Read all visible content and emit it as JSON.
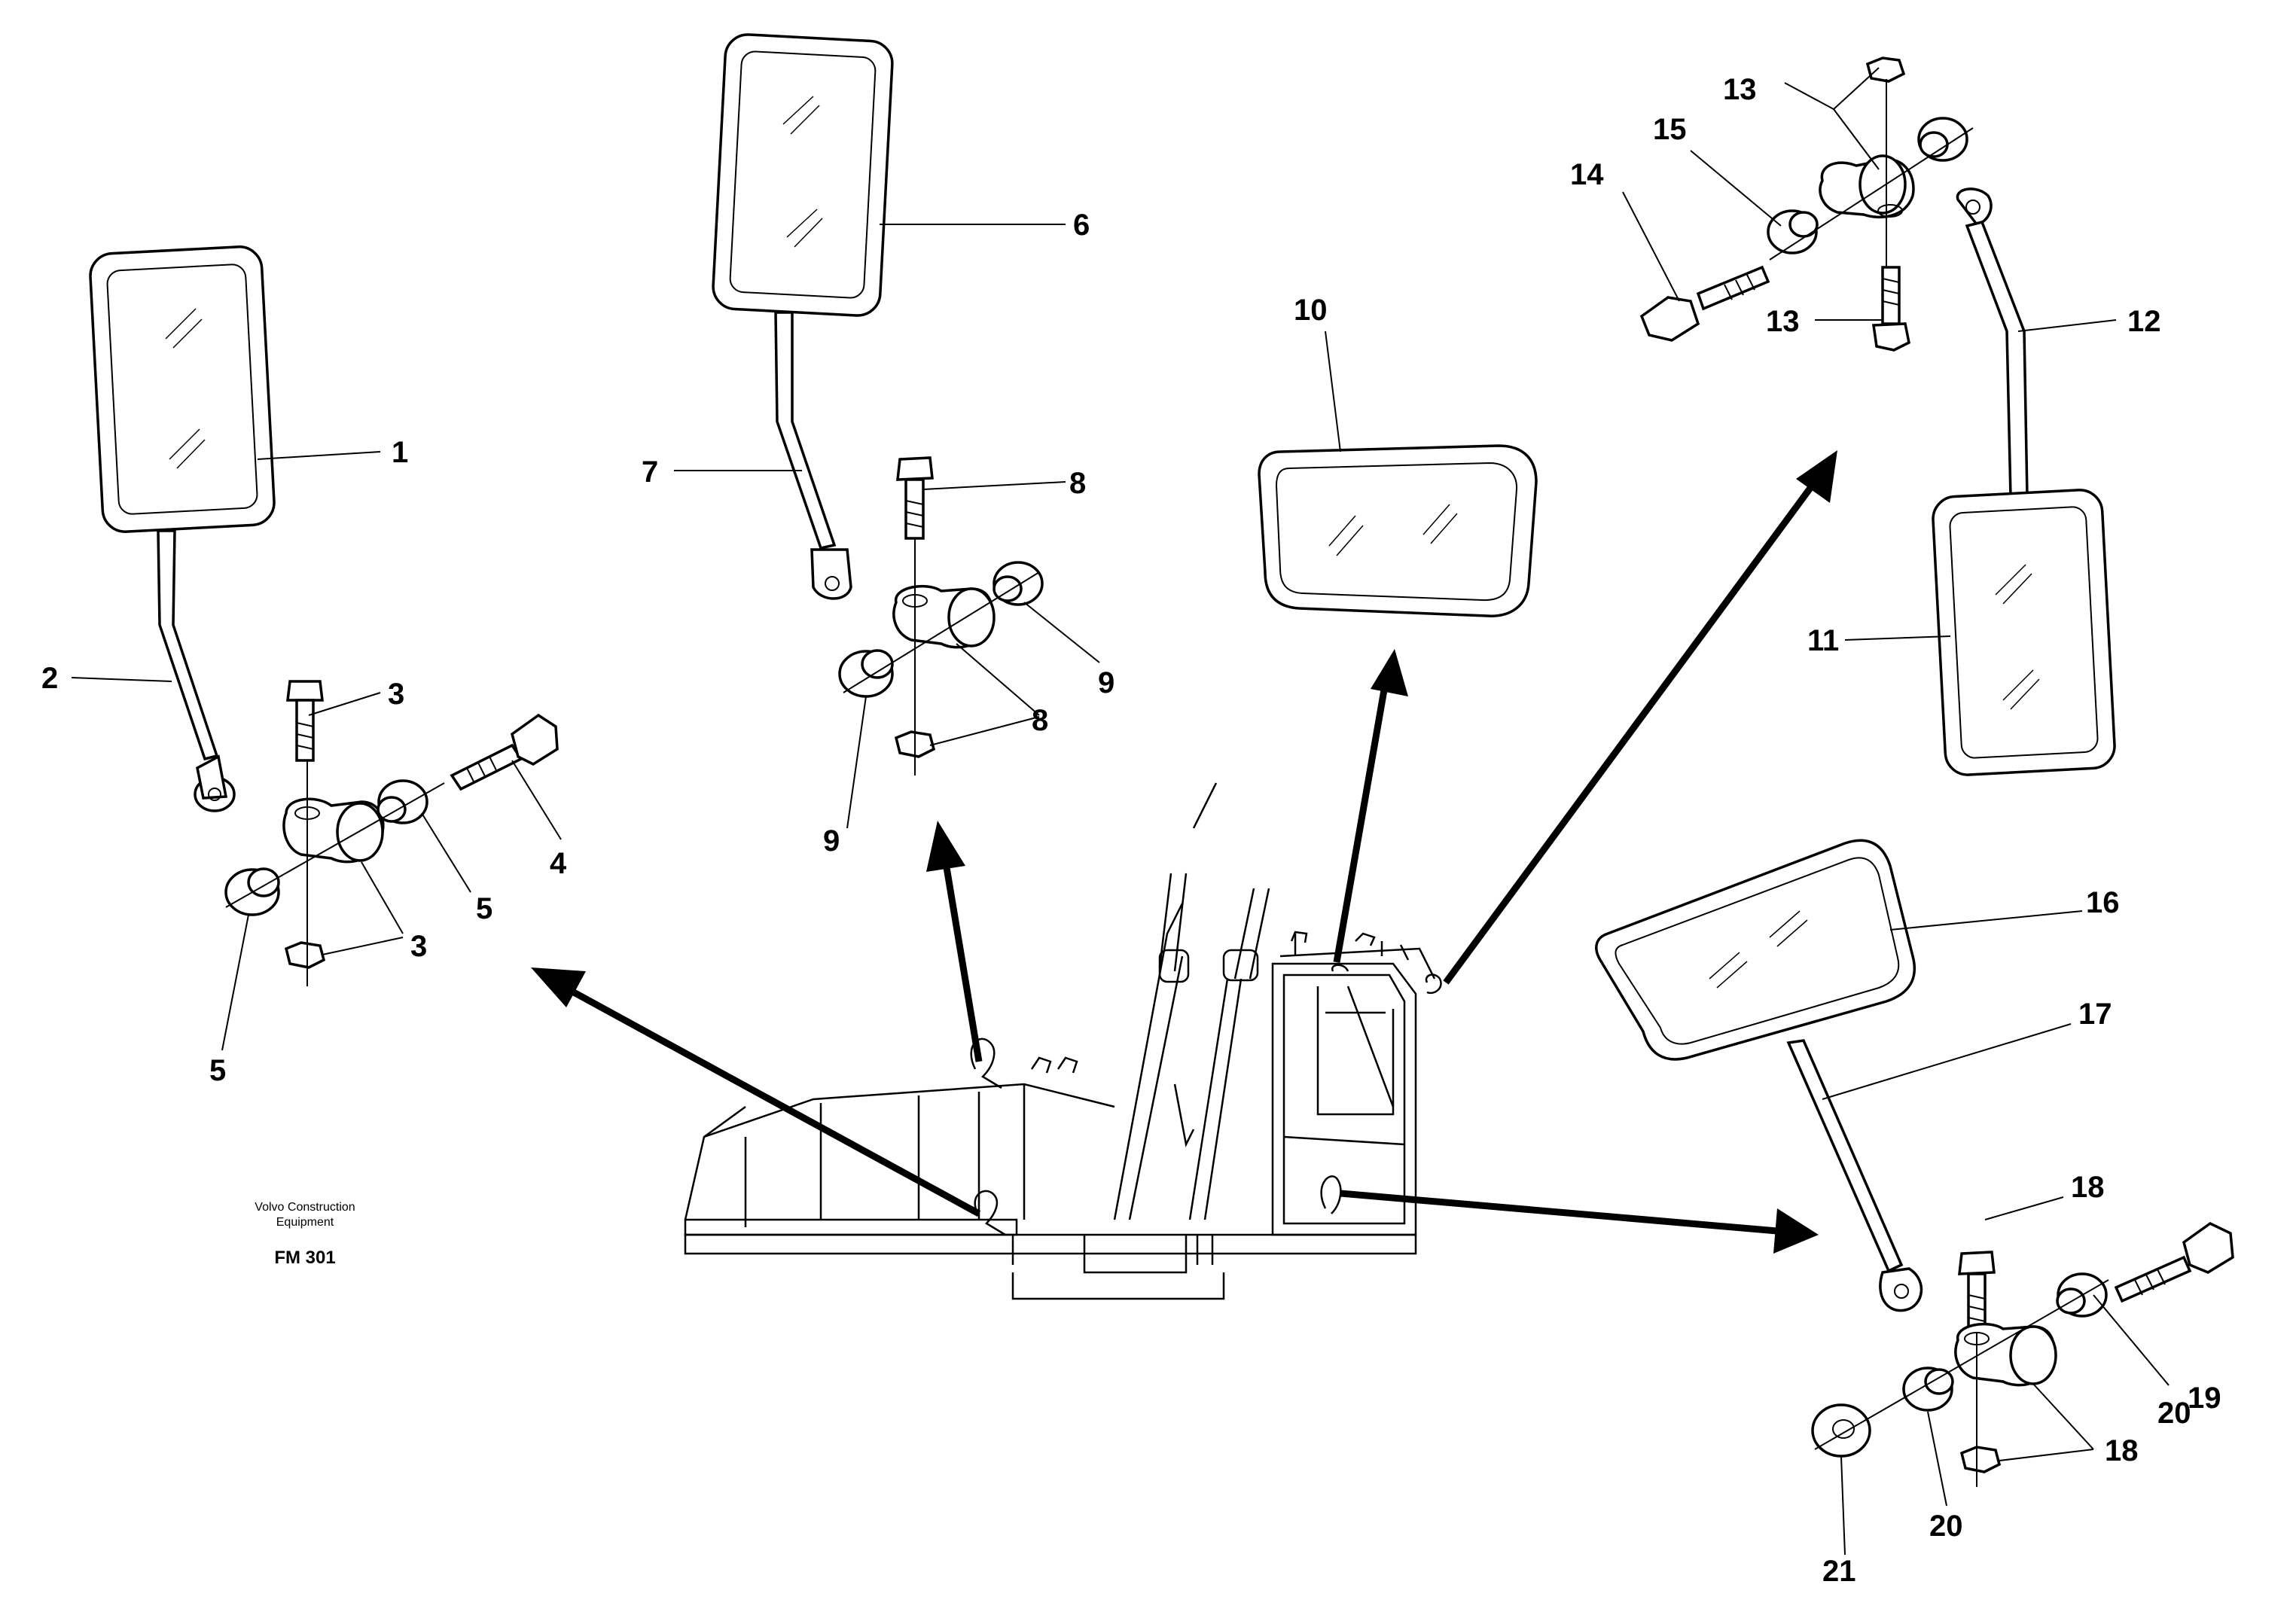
{
  "drawing": {
    "credit_line1": "Volvo Construction",
    "credit_line2": "Equipment",
    "code": "FM 301"
  },
  "callouts": [
    {
      "id": "c1",
      "text": "1"
    },
    {
      "id": "c2",
      "text": "2"
    },
    {
      "id": "c3a",
      "text": "3"
    },
    {
      "id": "c3b",
      "text": "3"
    },
    {
      "id": "c4",
      "text": "4"
    },
    {
      "id": "c5a",
      "text": "5"
    },
    {
      "id": "c5b",
      "text": "5"
    },
    {
      "id": "c6",
      "text": "6"
    },
    {
      "id": "c7",
      "text": "7"
    },
    {
      "id": "c8a",
      "text": "8"
    },
    {
      "id": "c8b",
      "text": "8"
    },
    {
      "id": "c9a",
      "text": "9"
    },
    {
      "id": "c9b",
      "text": "9"
    },
    {
      "id": "c10",
      "text": "10"
    },
    {
      "id": "c11",
      "text": "11"
    },
    {
      "id": "c12",
      "text": "12"
    },
    {
      "id": "c13a",
      "text": "13"
    },
    {
      "id": "c13b",
      "text": "13"
    },
    {
      "id": "c14",
      "text": "14"
    },
    {
      "id": "c15",
      "text": "15"
    },
    {
      "id": "c16",
      "text": "16"
    },
    {
      "id": "c17",
      "text": "17"
    },
    {
      "id": "c18a",
      "text": "18"
    },
    {
      "id": "c18b",
      "text": "18"
    },
    {
      "id": "c19",
      "text": "19"
    },
    {
      "id": "c20a",
      "text": "20"
    },
    {
      "id": "c20b",
      "text": "20"
    },
    {
      "id": "c21",
      "text": "21"
    }
  ]
}
